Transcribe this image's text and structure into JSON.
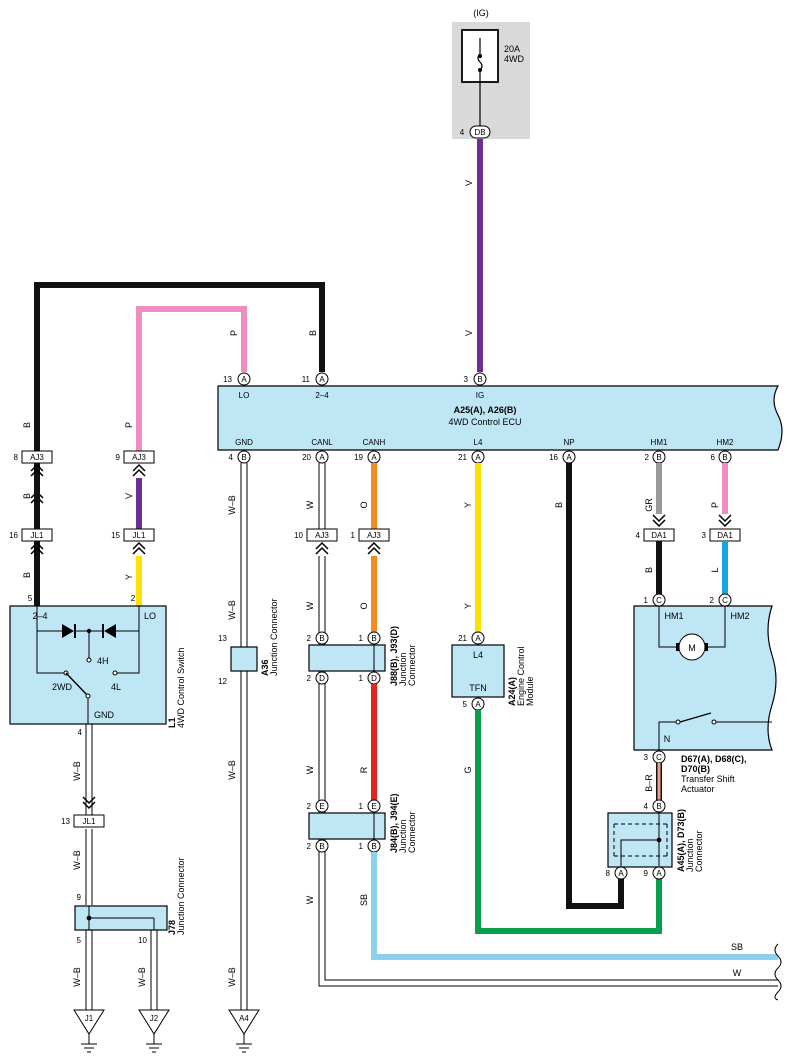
{
  "colors": {
    "black": "#111111",
    "pink": "#ee8ec0",
    "violet": "#6d2e96",
    "yellow": "#ffe000",
    "orange": "#f58a1f",
    "red": "#e52420",
    "green": "#08a04a",
    "sky_blue": "#8cd0ef",
    "blue": "#1aa6e0",
    "gray": "#9a9a9a",
    "white_wire": "#ffffff",
    "component_fill": "#bfe6f5",
    "fuse_box": "#d9d9d9"
  },
  "fuse": {
    "ig_label": "(IG)",
    "rating": "20A",
    "name": "4WD",
    "connector": "DB",
    "pin": "4"
  },
  "ecu": {
    "title_code": "A25(A), A26(B)",
    "title_name": "4WD Control ECU",
    "top_pins": [
      {
        "num": "13",
        "conn": "A",
        "label": "LO"
      },
      {
        "num": "11",
        "conn": "A",
        "label": "2–4"
      },
      {
        "num": "3",
        "conn": "B",
        "label": "IG"
      }
    ],
    "bottom_pins": [
      {
        "num": "4",
        "conn": "B",
        "label": "GND"
      },
      {
        "num": "20",
        "conn": "A",
        "label": "CANL"
      },
      {
        "num": "19",
        "conn": "A",
        "label": "CANH"
      },
      {
        "num": "21",
        "conn": "A",
        "label": "L4"
      },
      {
        "num": "16",
        "conn": "A",
        "label": "NP"
      },
      {
        "num": "2",
        "conn": "B",
        "label": "HM1"
      },
      {
        "num": "6",
        "conn": "B",
        "label": "HM2"
      }
    ]
  },
  "wire_labels": {
    "v_top": "V",
    "v_mid": "V",
    "b_top": "B",
    "p_top": "P",
    "b_left1": "B",
    "b_left2": "B",
    "b_left3": "B",
    "p_left1": "P",
    "v_left": "V",
    "y_left": "Y",
    "wb_gnd1": "W–B",
    "wb_gnd2": "W–B",
    "wb_gnd3": "W–B",
    "wb_gnd4": "W–B",
    "w_canl1": "W",
    "w_canl2": "W",
    "w_canl3": "W",
    "w_canl4": "W",
    "o_canh1": "O",
    "o_canh2": "O",
    "r_canh": "R",
    "sb_canh": "SB",
    "y_l4a": "Y",
    "y_l4b": "Y",
    "g_l4": "G",
    "b_np": "B",
    "gr_hm1": "GR",
    "p_hm2": "P",
    "b_hm1": "B",
    "l_hm2": "L",
    "br_act": "B–R",
    "wb_sw1": "W–B",
    "wb_sw2": "W–B",
    "wb_j1": "W–B",
    "wb_j2": "W–B",
    "sb_right": "SB",
    "w_right": "W"
  },
  "connectors": {
    "aj3_left_b": {
      "name": "AJ3",
      "pin": "8"
    },
    "aj3_left_p": {
      "name": "AJ3",
      "pin": "9"
    },
    "jl1_left_b": {
      "name": "JL1",
      "pin": "16"
    },
    "jl1_left_y": {
      "name": "JL1",
      "pin": "15"
    },
    "aj3_canl": {
      "name": "AJ3",
      "pin": "10"
    },
    "aj3_canh": {
      "name": "AJ3",
      "pin": "1"
    },
    "da1_hm1": {
      "name": "DA1",
      "pin": "4"
    },
    "da1_hm2": {
      "name": "DA1",
      "pin": "3"
    },
    "jl1_gnd": {
      "name": "JL1",
      "pin": "13"
    }
  },
  "switch": {
    "code": "L1",
    "name": "4WD Control Switch",
    "pin_24": "5",
    "pin_lo": "2",
    "pin_gnd": "4",
    "label_24": "2–4",
    "label_lo": "LO",
    "label_4h": "4H",
    "label_2wd": "2WD",
    "label_4l": "4L",
    "label_gnd": "GND"
  },
  "a36": {
    "code": "A36",
    "name": "Junction Connector",
    "pin_top": "13",
    "pin_bot": "12"
  },
  "j88": {
    "code": "J88(B), J93(D)",
    "name1": "Junction",
    "name2": "Connector",
    "p_tl": "2",
    "c_tl": "B",
    "p_tr": "1",
    "c_tr": "B",
    "p_bl": "2",
    "c_bl": "D",
    "p_br": "1",
    "c_br": "D"
  },
  "j84": {
    "code": "J84(B), J94(E)",
    "name1": "Junction",
    "name2": "Connector",
    "p_tl": "2",
    "c_tl": "E",
    "p_tr": "1",
    "c_tr": "E",
    "p_bl": "2",
    "c_bl": "B",
    "p_br": "1",
    "c_br": "B"
  },
  "a24": {
    "code": "A24(A)",
    "name1": "Engine Control",
    "name2": "Module",
    "pin_top": "21",
    "conn_top": "A",
    "label_top": "L4",
    "pin_bot": "5",
    "conn_bot": "A",
    "label_bot": "TFN"
  },
  "actuator": {
    "code1": "D67(A), D68(C),",
    "code2": "D70(B)",
    "name1": "Transfer Shift",
    "name2": "Actuator",
    "pin_hm1": "1",
    "conn_hm1": "C",
    "label_hm1": "HM1",
    "pin_hm2": "2",
    "conn_hm2": "C",
    "label_hm2": "HM2",
    "motor": "M",
    "label_n": "N",
    "pin_n": "3",
    "conn_n": "C"
  },
  "a45": {
    "code": "A45(A), D73(B)",
    "name1": "Junction",
    "name2": "Connector",
    "pin_top": "4",
    "conn_top": "B",
    "pin_l": "8",
    "conn_l": "A",
    "pin_r": "9",
    "conn_r": "A"
  },
  "j78": {
    "code": "J78",
    "name": "Junction Connector",
    "pin_top": "9",
    "pin_bl": "5",
    "pin_br": "10"
  },
  "grounds": {
    "j1": "J1",
    "j2": "J2",
    "a4": "A4"
  }
}
